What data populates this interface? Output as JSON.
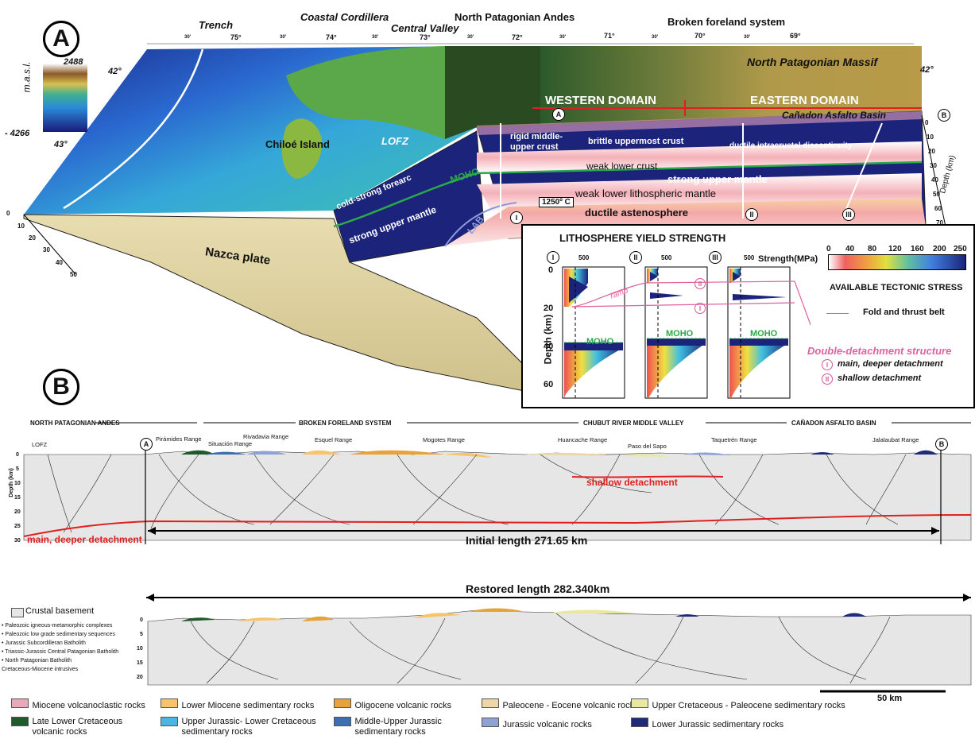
{
  "panel_a": {
    "letter": "A",
    "top_labels": [
      "Trench",
      "Coastal Cordillera",
      "North Patagonian Andes",
      "Central Valley",
      "Broken foreland system"
    ],
    "lon_ticks": [
      "75°",
      "74°",
      "73°",
      "72°",
      "71°",
      "70°",
      "69°"
    ],
    "min_ticks": [
      "30'",
      "30'",
      "30'",
      "30'",
      "30'",
      "30'",
      "30'"
    ],
    "lat_ticks": [
      "42°",
      "43°",
      "42°"
    ],
    "elev_scale": {
      "unit": "m.a.s.l.",
      "max": "2488",
      "min": "- 4266"
    },
    "places": {
      "chiloe": "Chiloé Island",
      "npm": "North Patagonian Massif",
      "cab": "Cañadon Asfalto Basin",
      "lofz": "LOFZ",
      "nazca": "Nazca plate"
    },
    "domains": {
      "western": "WESTERN DOMAIN",
      "eastern": "EASTERN DOMAIN"
    },
    "section_points": {
      "a": "A",
      "b": "B"
    },
    "layers": {
      "rigid": "rigid middle-upper crust",
      "brittle": "brittle uppermost crust",
      "ductile_disc": "ductile intracrustal discontinuity",
      "weak_lower": "weak lower crust",
      "strong_upper": "strong upper mantle",
      "weak_lith": "weak lower lithospheric mantle",
      "astheno": "ductile astenosphere",
      "cold_forearc": "cold-strong forearc",
      "strong_upper_fore": "strong upper mantle",
      "moho": "MOHO",
      "lab": "LAB",
      "temp": "1250º C"
    },
    "depth_axis": {
      "label": "Depth (km)",
      "ticks": [
        "0",
        "10",
        "20",
        "30",
        "40",
        "50",
        "60",
        "70"
      ]
    },
    "left_depth_ticks": [
      "0",
      "10",
      "20",
      "30",
      "40",
      "50"
    ],
    "column_ids": [
      "I",
      "II",
      "III"
    ]
  },
  "inset": {
    "title": "LITHOSPHERE YIELD STRENGTH",
    "strength_label": "Strength(MPa)",
    "columns": [
      "I",
      "II",
      "III"
    ],
    "top_tick": "500",
    "depth_label": "Depth (km)",
    "depth_ticks": [
      "0",
      "20",
      "40",
      "60"
    ],
    "moho": "MOHO",
    "ramp": "ramp",
    "colorbar": {
      "ticks": [
        "0",
        "40",
        "80",
        "120",
        "160",
        "200",
        "250"
      ],
      "label": "AVAILABLE TECTONIC STRESS"
    },
    "fold_thrust": "Fold and thrust belt",
    "double": "Double-detachment structure",
    "main_det": "main, deeper detachment",
    "shallow_det": "shallow detachment",
    "pink_ids": [
      "I",
      "II"
    ]
  },
  "panel_b": {
    "letter": "B",
    "regions": [
      "NORTH PATAGONIAN ANDES",
      "BROKEN FORELAND SYSTEM",
      "CHUBUT RIVER MIDDLE VALLEY",
      "CAÑADON ASFALTO BASIN"
    ],
    "ranges": [
      "Pirámides Range",
      "Situación Range",
      "Rivadavia Range",
      "Esquel Range",
      "Mogotes Range",
      "Huancache Range",
      "Paso del Sapo",
      "Taquetrén Range",
      "Jalalaubat Range"
    ],
    "lofz": "LOFZ",
    "depth_label": "Depth (km)",
    "depth_ticks": [
      "0",
      "5",
      "10",
      "15",
      "20",
      "25",
      "30"
    ],
    "restored_ticks": [
      "0",
      "5",
      "10",
      "15",
      "20"
    ],
    "shallow_det": "shallow detachment",
    "main_det": "main, deeper detachment",
    "initial_length": "Initial length 271.65 km",
    "restored_length": "Restored length 282.340km",
    "scale": "50 km",
    "points": {
      "a": "A",
      "b": "B"
    }
  },
  "legend": {
    "basement": "Crustal basement",
    "basement_notes": [
      "• Paleozoic igneous-metamorphic complexes",
      "• Paleozoic low grade sedimentary sequences",
      "• Jurassic Subcordilleran Batholith",
      "• Triassic-Jurassic Central Patagonian Batholith",
      "• North Patagonian Batholith",
      "  Cretaceous-Miocene intrusives"
    ],
    "units": [
      {
        "label": "Miocene volcanoclastic rocks",
        "color": "#e8a9b8"
      },
      {
        "label": "Lower Miocene sedimentary rocks",
        "color": "#f7c46c"
      },
      {
        "label": "Oligocene volcanic rocks",
        "color": "#e8a23a"
      },
      {
        "label": "Paleocene - Eocene volcanic rocks",
        "color": "#eed6a8"
      },
      {
        "label": "Upper Cretaceous - Paleocene sedimentary rocks",
        "color": "#e8e8a2"
      },
      {
        "label": "Late Lower Cretaceous volcanic rocks",
        "color": "#1f5a2a"
      },
      {
        "label": "Upper Jurassic- Lower Cretaceous sedimentary rocks",
        "color": "#48b6e0"
      },
      {
        "label": "Middle-Upper Jurassic sedimentary rocks",
        "color": "#3d6fb0"
      },
      {
        "label": "Jurassic volcanic rocks",
        "color": "#8ea2d4"
      },
      {
        "label": "Lower Jurassic sedimentary rocks",
        "color": "#1f2a7a"
      }
    ]
  }
}
